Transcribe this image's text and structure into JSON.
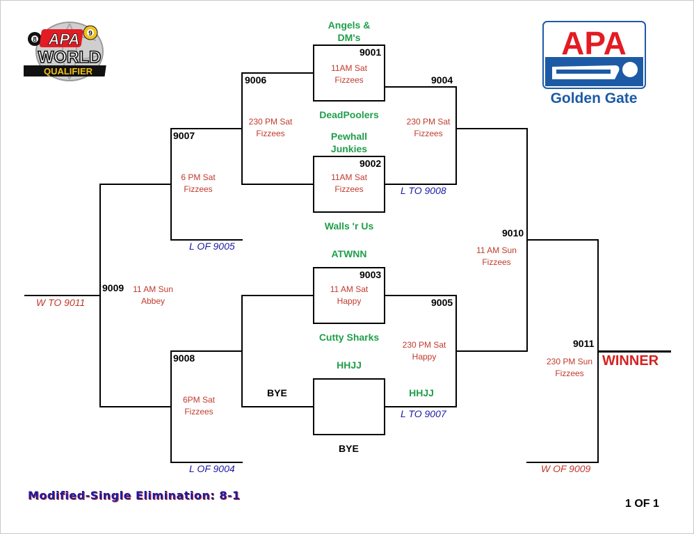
{
  "logos": {
    "wq": {
      "left_num": "8",
      "brand": "APA",
      "right_num": "9",
      "line1": "WORLD",
      "line2": "QUALIFIER"
    },
    "gg": {
      "brand": "APA",
      "name": "Golden Gate"
    }
  },
  "matches": {
    "m9001": {
      "num": "9001",
      "time": "11AM Sat",
      "venue": "Fizzees"
    },
    "m9002": {
      "num": "9002",
      "time": "11AM Sat",
      "venue": "Fizzees"
    },
    "m9003": {
      "num": "9003",
      "time": "11 AM Sat",
      "venue": "Happy"
    },
    "m9004": {
      "num": "9004",
      "time": "230 PM Sat",
      "venue": "Fizzees"
    },
    "m9005": {
      "num": "9005",
      "time": "230 PM Sat",
      "venue": "Happy"
    },
    "m9006": {
      "num": "9006",
      "time": "230 PM Sat",
      "venue": "Fizzees"
    },
    "m9007": {
      "num": "9007",
      "time": "6 PM Sat",
      "venue": "Fizzees"
    },
    "m9008": {
      "num": "9008",
      "time": "6PM Sat",
      "venue": "Fizzees"
    },
    "m9009": {
      "num": "9009",
      "time": "11 AM Sun",
      "venue": "Abbey"
    },
    "m9010": {
      "num": "9010",
      "time": "11 AM Sun",
      "venue": "Fizzees"
    },
    "m9011": {
      "num": "9011",
      "time": "230 PM Sun",
      "venue": "Fizzees"
    }
  },
  "teams": {
    "angels_1": "Angels &",
    "angels_2": "DM's",
    "deadpoolers": "DeadPoolers",
    "pewhall_1": "Pewhall",
    "pewhall_2": "Junkies",
    "walls": "Walls 'r Us",
    "atwnn": "ATWNN",
    "cutty": "Cutty Sharks",
    "hhjj_top": "HHJJ",
    "hhjj_right": "HHJJ"
  },
  "bye": {
    "left": "BYE",
    "bottom": "BYE"
  },
  "routing": {
    "l_to_9008": "L TO  9008",
    "l_of_9005": "L OF  9005",
    "w_to_9011": "W TO  9011",
    "l_to_9007": "L TO  9007",
    "l_of_9004": "L OF  9004",
    "w_of_9009": "W OF  9009"
  },
  "winner_label": "WINNER",
  "footer": {
    "format": "Modified-Single Elimination: 8-1",
    "page": "1 OF 1"
  },
  "colors": {
    "team": "#1f9e4a",
    "schedule": "#c0392b",
    "routing_blue": "#1a1aa6",
    "winner": "#d62020",
    "apa_red": "#e31b23",
    "apa_blue": "#1c5aa6"
  }
}
